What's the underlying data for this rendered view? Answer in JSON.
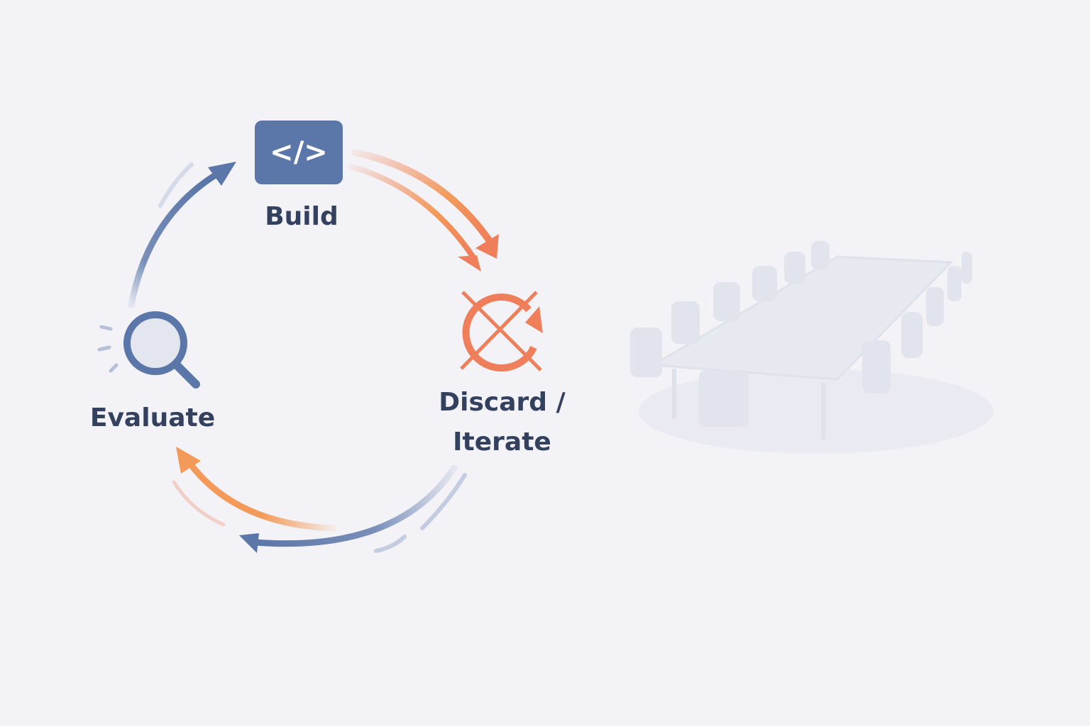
{
  "colors": {
    "background": "#f3f3f7",
    "blue": "#5b76a8",
    "orange": "#ee7f5a",
    "text": "#33415f"
  },
  "nodes": [
    {
      "id": "build",
      "label": "Build",
      "icon": "code-icon",
      "icon_text": "</>"
    },
    {
      "id": "discard",
      "label_line1": "Discard /",
      "label_line2": "Iterate",
      "icon": "crossed-refresh-icon"
    },
    {
      "id": "evaluate",
      "label": "Evaluate",
      "icon": "magnifier-icon"
    }
  ],
  "illustration": "conference-table-icon"
}
